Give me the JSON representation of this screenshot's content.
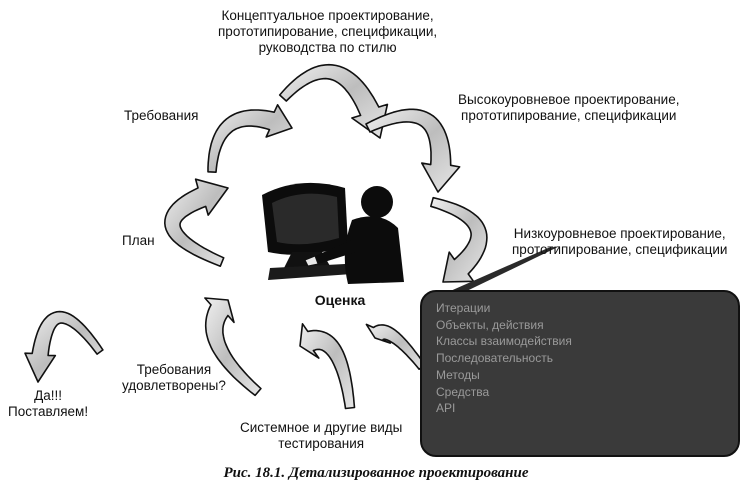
{
  "labels": {
    "top_1": "Концептуальное проектирование,",
    "top_2": "прототипирование, спецификации,",
    "top_3": "руководства по стилю",
    "high_1": "Высокоуровневое проектирование,",
    "high_2": "прототипирование, спецификации",
    "low_1": "Низкоуровневое проектирование,",
    "low_2": "прототипирование, спецификации",
    "requirements": "Требования",
    "plan": "План",
    "req_met_1": "Требования",
    "req_met_2": "удовлетворены?",
    "ship_1": "Да!!!",
    "ship_2": "Поставляем!",
    "testing_1": "Системное и другие виды",
    "testing_2": "тестирования",
    "center": "Оценка"
  },
  "callout": {
    "lines": [
      "Итерации                                ",
      "Объекты, действия",
      "Классы взаимодействия",
      "Последовательность",
      "Методы",
      "Средства",
      "",
      "API"
    ]
  },
  "caption": "Рис. 18.1. Детализированное проектирование",
  "colors": {
    "arrow_fill": "#d8d8d8",
    "arrow_stroke": "#111111",
    "callout_bg": "#3a3a3a"
  }
}
